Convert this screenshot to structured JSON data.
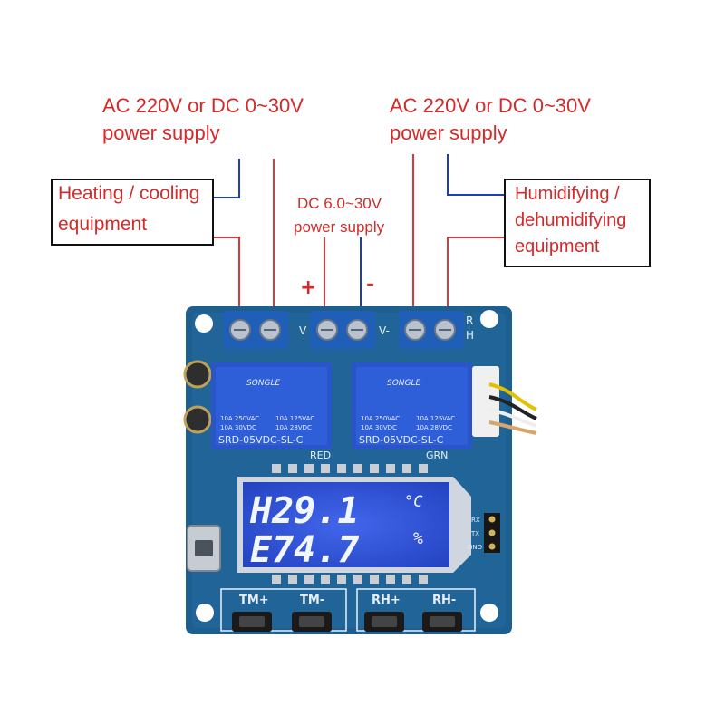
{
  "diagram": {
    "left_supply": {
      "line1": "AC 220V or DC 0~30V",
      "line2": "power supply"
    },
    "right_supply": {
      "line1": "AC 220V or DC 0~30V",
      "line2": "power supply"
    },
    "center_supply": {
      "line1": "DC 6.0~30V",
      "line2": "power supply"
    },
    "polarity": {
      "plus": "+",
      "minus": "-"
    },
    "left_equipment": {
      "line1": "Heating / cooling",
      "line2": "equipment"
    },
    "right_equipment": {
      "line1": "Humidifying /",
      "line2": "dehumidifying",
      "line3": "equipment"
    },
    "colors": {
      "wire_red": "#d43a3a",
      "wire_blue": "#1c3fb8",
      "label_red": "#d42a2a",
      "pcb": "#1d5f8e",
      "lcd": "#2a4fd8"
    }
  },
  "board": {
    "terminal_labels": {
      "left_v": "V",
      "right_v": "V-",
      "r": "R",
      "h": "H"
    },
    "relays": [
      {
        "brand": "SONGLE",
        "rating1": "10A 250VAC",
        "rating2": "10A 30VDC",
        "rating3": "10A 125VAC",
        "rating4": "10A 28VDC",
        "model": "SRD-05VDC-SL-C"
      },
      {
        "brand": "SONGLE",
        "rating1": "10A 250VAC",
        "rating2": "10A 30VDC",
        "rating3": "10A 125VAC",
        "rating4": "10A 28VDC",
        "model": "SRD-05VDC-SL-C"
      }
    ],
    "led_labels": {
      "red": "RED",
      "green": "GRN"
    },
    "lcd": {
      "row1": "H29.1",
      "unit1": "°C",
      "row2": "E74.7",
      "unit2": "%"
    },
    "buttons": [
      {
        "label": "TM+"
      },
      {
        "label": "TM-"
      },
      {
        "label": "RH+"
      },
      {
        "label": "RH-"
      }
    ],
    "header_pins": {
      "rx": "RX",
      "tx": "TX",
      "gnd": "GND"
    }
  }
}
